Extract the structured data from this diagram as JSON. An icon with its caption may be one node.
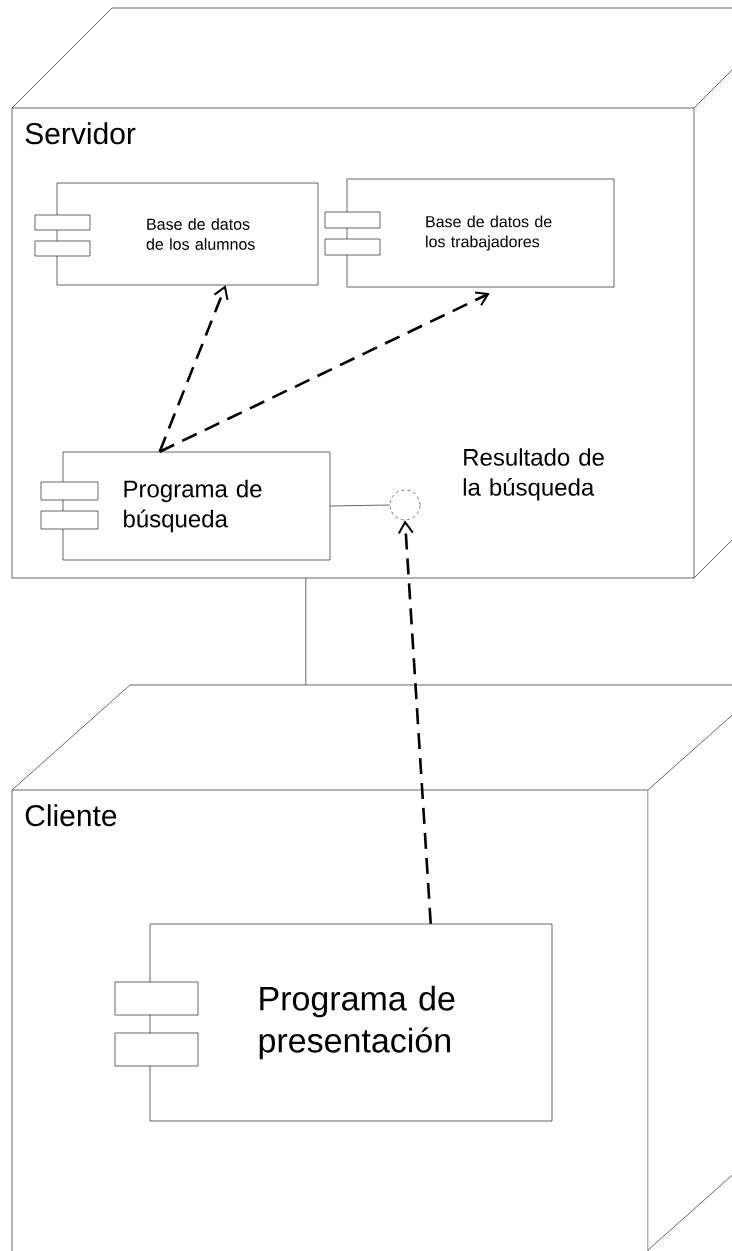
{
  "diagram": {
    "nodes": [
      {
        "text": [
          "Servidor"
        ]
      },
      {
        "text": [
          "Base de datos de los alumnos"
        ],
        "in": 0
      },
      {
        "text": [
          "Base de datos de los trabajadores"
        ],
        "in": 0
      },
      {
        "text": [
          "Programa de búsqueda"
        ],
        "in": 0
      },
      {
        "text": [],
        "shape": "circle",
        "in": 0,
        "beside": [
          "Resultado de la búsqueda"
        ]
      },
      {
        "text": [
          "Cliente"
        ]
      },
      {
        "text": [
          "Programa de presentación"
        ],
        "in": 5
      }
    ],
    "edges": [
      {
        "from": 3,
        "to": 1,
        "arrow": "to",
        "style": "dashed"
      },
      {
        "from": 3,
        "to": 2,
        "arrow": "to",
        "style": "dashed"
      },
      {
        "from": 3,
        "to": 4,
        "arrow": "none"
      },
      {
        "from": 6,
        "to": 4,
        "arrow": "to",
        "style": "dashed"
      },
      {
        "from": 0,
        "to": 5,
        "arrow": "none"
      }
    ]
  }
}
